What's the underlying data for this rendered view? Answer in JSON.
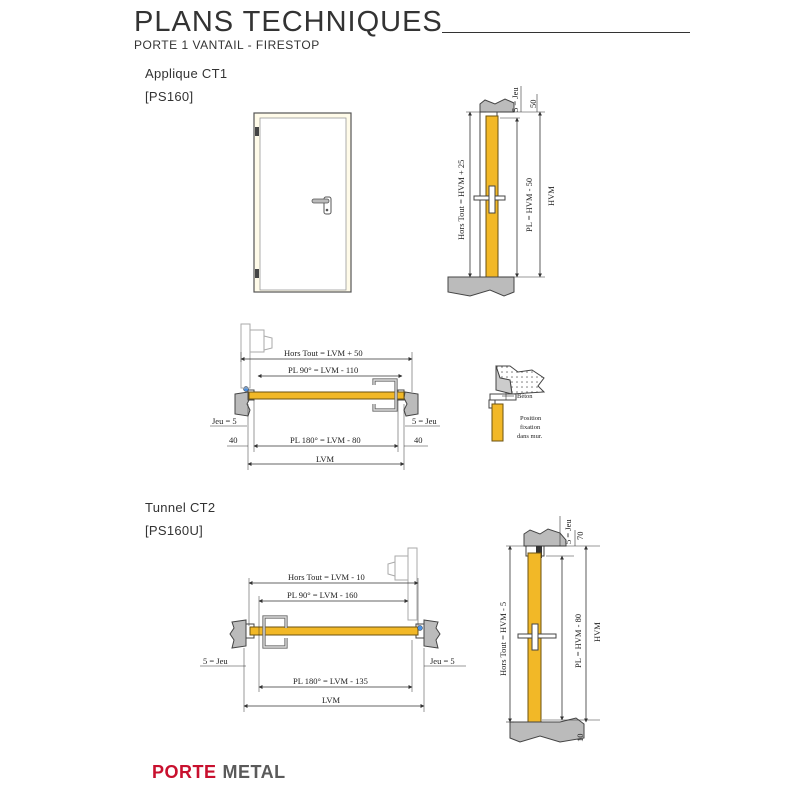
{
  "header": {
    "title": "PLANS TECHNIQUES",
    "subtitle": "PORTE 1 VANTAIL - FIRESTOP"
  },
  "section1": {
    "name": "Applique CT1",
    "code": "[PS160]",
    "elevation_labels": {
      "jeu": "5 = Jeu",
      "top_gap": "50",
      "hors_tout": "Hors Tout = HVM + 25",
      "pl": "PL = HVM - 50",
      "hvm": "HVM"
    },
    "plan_labels": {
      "hors_tout": "Hors Tout = LVM + 50",
      "pl90": "PL  90°  = LVM - 110",
      "pl180": "PL  180° = LVM - 80",
      "jeu_left": "Jeu = 5",
      "jeu_right": "5 = Jeu",
      "side_left": "40",
      "side_right": "40",
      "lvm": "LVM"
    },
    "detail_labels": {
      "beton": "Béton",
      "note_1": "Position",
      "note_2": "fixation",
      "note_3": "dans mur."
    }
  },
  "section2": {
    "name": "Tunnel CT2",
    "code": "[PS160U]",
    "plan_labels": {
      "hors_tout": "Hors Tout = LVM - 10",
      "pl90": "PL  90°  =  LVM  - 160",
      "pl180": "PL  180° = LVM - 135",
      "jeu_left": "5 = Jeu",
      "jeu_right": "Jeu = 5",
      "lvm": "LVM"
    },
    "elevation_labels": {
      "jeu": "5 = Jeu",
      "top_gap": "70",
      "hors_tout": "Hors Tout = HVM - 5",
      "pl": "PL = HVM - 80",
      "hvm": "HVM",
      "bottom_gap": "10"
    }
  },
  "footer": {
    "brand_part1": "PORTE",
    "brand_part2": "METAL"
  },
  "colors": {
    "door_leaf": "#f2b827",
    "door_outline": "#6b5212",
    "wall": "#bfbfbf",
    "brand_red": "#c8102e",
    "line": "#333333"
  }
}
